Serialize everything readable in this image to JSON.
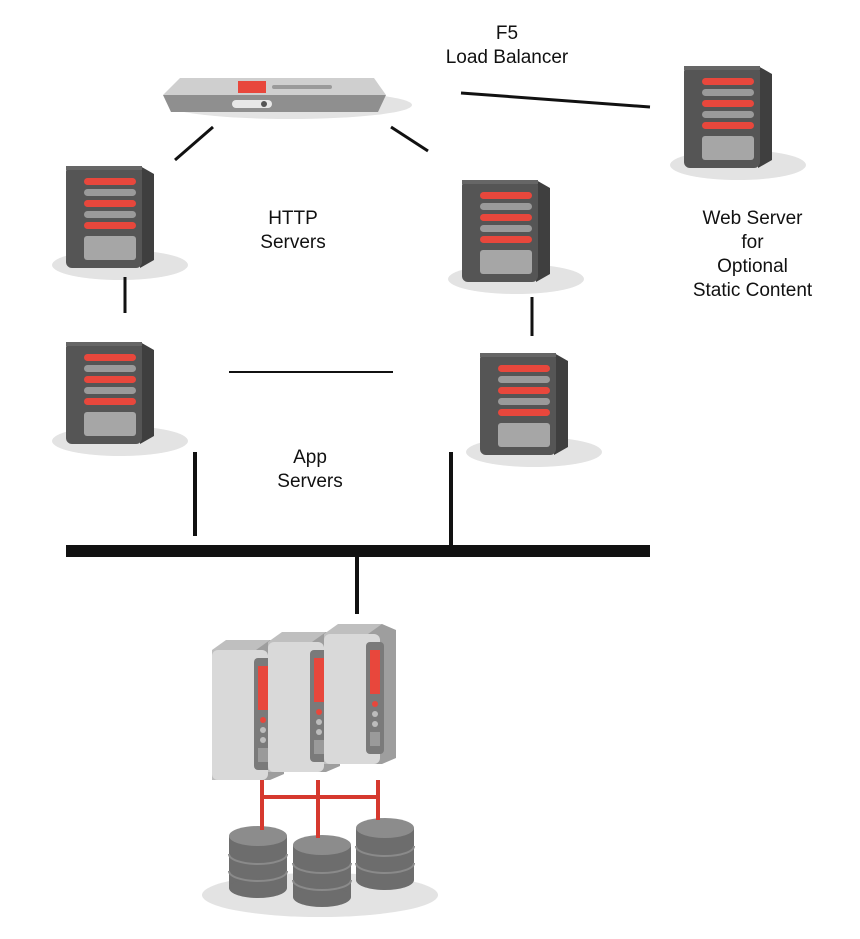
{
  "labels": {
    "load_balancer": [
      "F5",
      "Load Balancer"
    ],
    "http_servers": [
      "HTTP",
      "Servers"
    ],
    "web_server": [
      "Web Server",
      "for",
      "Optional",
      "Static Content"
    ],
    "app_servers": [
      "App",
      "Servers"
    ]
  },
  "colors": {
    "server_body": "#555555",
    "server_side": "#3f3f3f",
    "accent_red": "#e8473c",
    "slot_grey": "#9a9a9a",
    "shadow": "#e3e3e3",
    "connector": "#111111",
    "db_cylinder": "#6d6d6d",
    "blade_body": "#d9d9d9"
  },
  "icons": [
    "load-balancer-icon",
    "server-tower-icon",
    "blade-server-icon",
    "database-cylinder-icon"
  ]
}
